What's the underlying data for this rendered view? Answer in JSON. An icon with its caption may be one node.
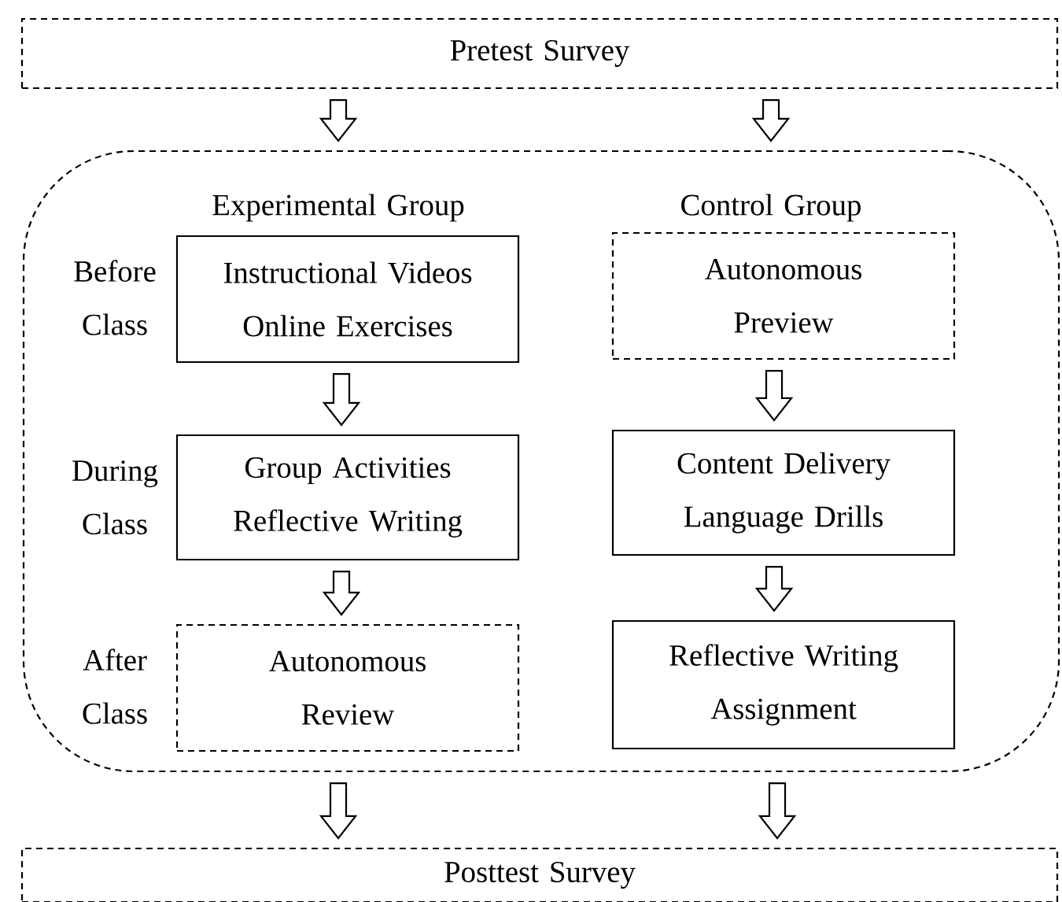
{
  "diagram": {
    "nodes": [
      {
        "text": [
          "Pretest Survey"
        ]
      },
      {
        "text": [],
        "shape": "box"
      },
      {
        "text": [
          "Instructional Videos",
          "Online Exercises"
        ],
        "in": 1
      },
      {
        "text": [
          "Autonomous Preview"
        ],
        "in": 1
      },
      {
        "text": [
          "Group Activities",
          "Reflective Writing"
        ],
        "in": 1
      },
      {
        "text": [
          "Content Delivery",
          "Language Drills"
        ],
        "in": 1
      },
      {
        "text": [
          "Autonomous Review"
        ],
        "in": 1
      },
      {
        "text": [
          "Reflective Writing Assignment"
        ],
        "in": 1
      },
      {
        "text": [
          "Posttest Survey"
        ]
      }
    ],
    "edges": [
      {
        "from": 0,
        "to": 1,
        "arrow": "to"
      },
      {
        "from": 0,
        "to": 1,
        "arrow": "to"
      },
      {
        "from": 2,
        "to": 4,
        "arrow": "to"
      },
      {
        "from": 3,
        "to": 5,
        "arrow": "to"
      },
      {
        "from": 4,
        "to": 6,
        "arrow": "to"
      },
      {
        "from": 5,
        "to": 7,
        "arrow": "to"
      },
      {
        "from": 1,
        "to": 8,
        "arrow": "to"
      },
      {
        "from": 1,
        "to": 8,
        "arrow": "to"
      }
    ],
    "labels": [
      "Experimental Group",
      "Control Group",
      "Before Class",
      "During Class",
      "After Class"
    ]
  }
}
